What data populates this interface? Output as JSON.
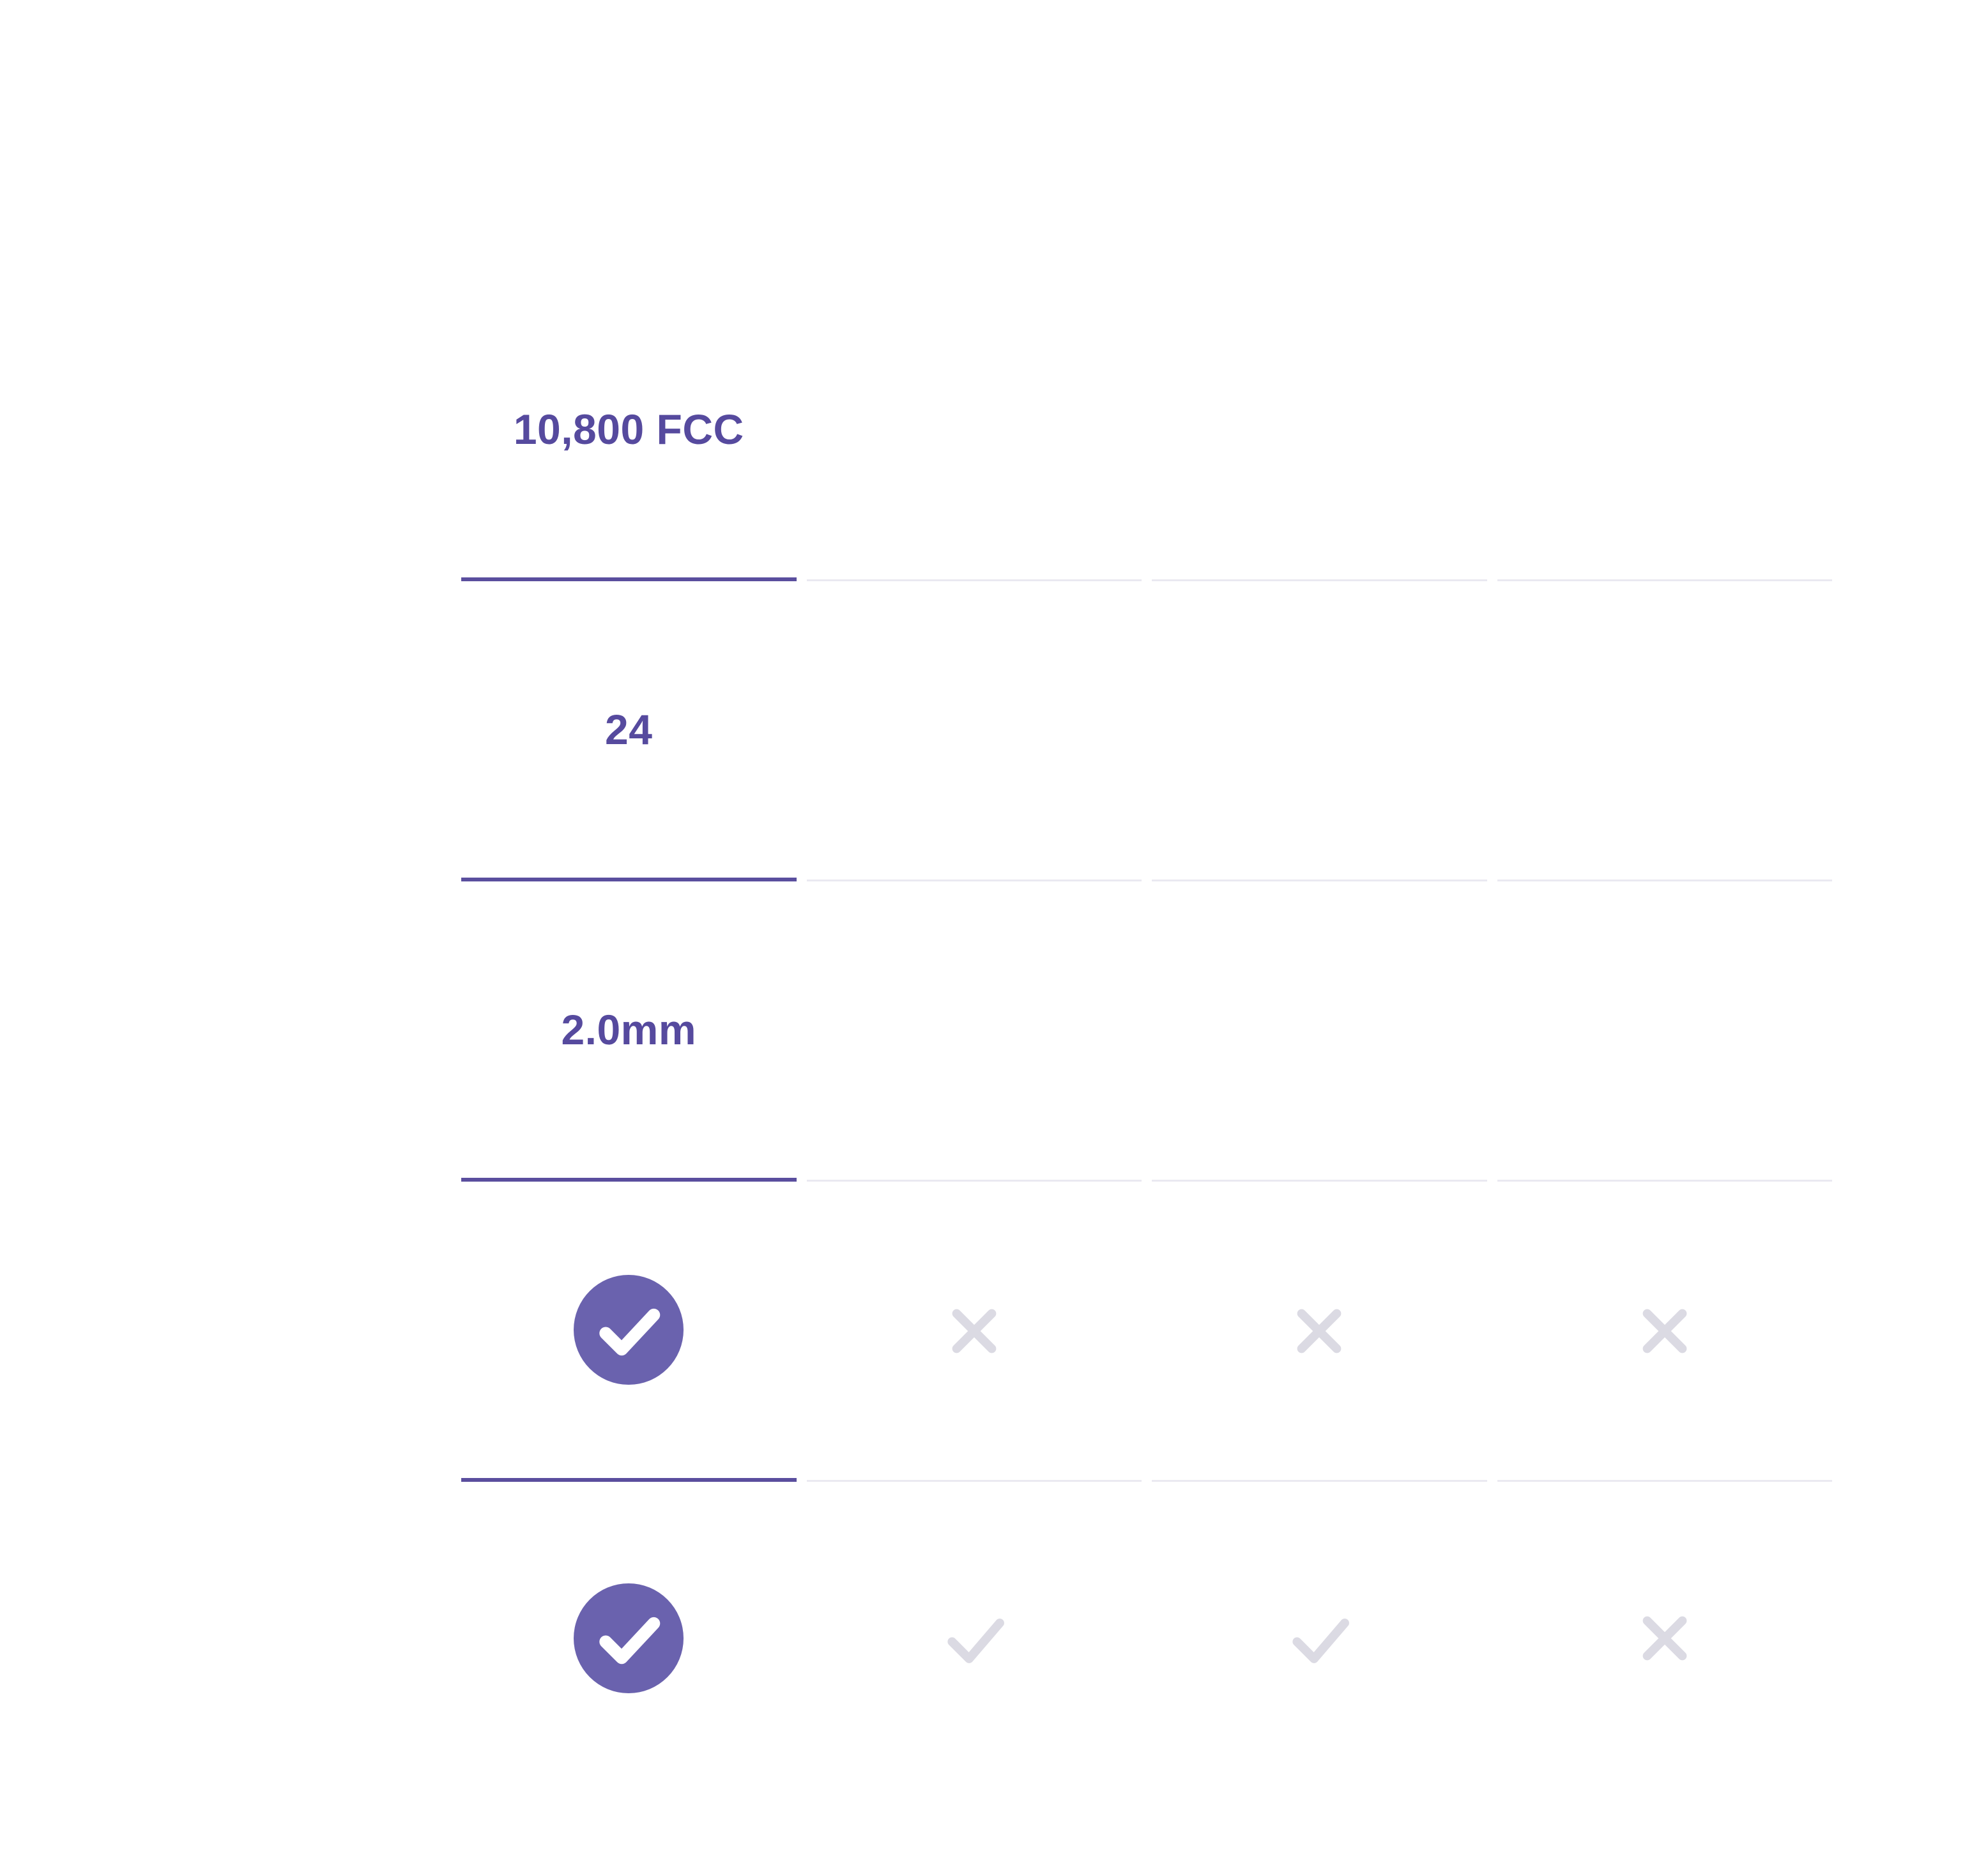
{
  "page": {
    "background": "#FFFFFF"
  },
  "colors": {
    "accent_text": "#564A9E",
    "accent_divider": "#5A4E9E",
    "check_circle_fill": "#6A62AE",
    "check_circle_glyph": "#FFFFFF",
    "muted_icon": "#DBDAE3",
    "muted_divider": "#EAE9F1"
  },
  "table": {
    "columns": 4,
    "highlighted_column": 1,
    "rows": [
      {
        "type": "text",
        "values": [
          "10,800 FCC",
          "",
          "",
          ""
        ]
      },
      {
        "type": "text",
        "values": [
          "24",
          "",
          "",
          ""
        ]
      },
      {
        "type": "text",
        "values": [
          "2.0mm",
          "",
          "",
          ""
        ]
      },
      {
        "type": "icon",
        "values": [
          "check-filled",
          "cross",
          "cross",
          "cross"
        ]
      },
      {
        "type": "icon",
        "values": [
          "check-filled",
          "check",
          "check",
          "cross"
        ]
      }
    ]
  }
}
